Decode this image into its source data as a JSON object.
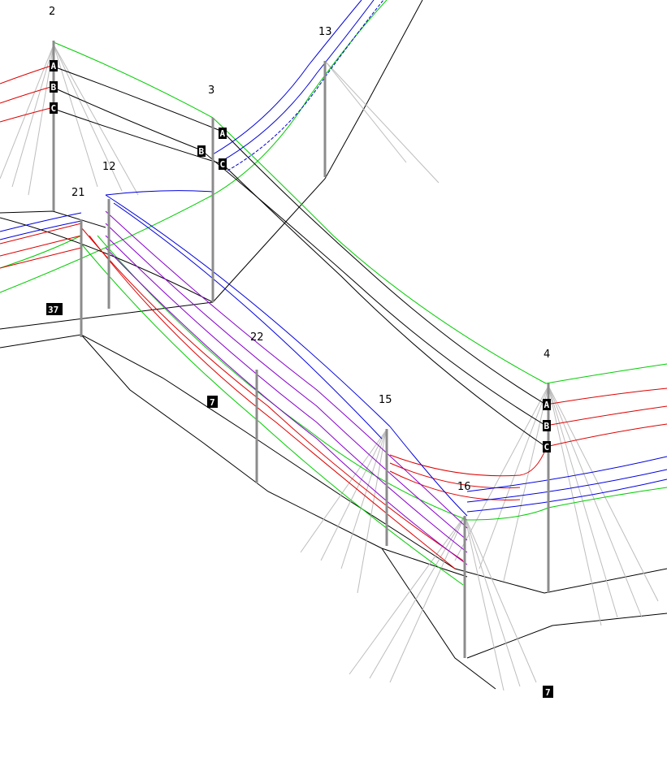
{
  "colors": {
    "ground": "#000000",
    "neutral": "#00cc00",
    "phase_red": "#dd0000",
    "phase_blue": "#0000dd",
    "phase_purple": "#8800cc",
    "guy": "#b0b0b0",
    "pole": "#909090",
    "background": "#ffffff"
  },
  "structures": [
    {
      "id": "s2",
      "label": "2"
    },
    {
      "id": "s3",
      "label": "3"
    },
    {
      "id": "s13",
      "label": "13"
    },
    {
      "id": "s12",
      "label": "12"
    },
    {
      "id": "s21",
      "label": "21"
    },
    {
      "id": "s22",
      "label": "22"
    },
    {
      "id": "s4",
      "label": "4"
    },
    {
      "id": "s15",
      "label": "15"
    },
    {
      "id": "s16",
      "label": "16"
    }
  ],
  "phase_tags": {
    "a": "A",
    "b": "B",
    "c": "C"
  },
  "markers": {
    "m37": "37",
    "m7a": "7",
    "m7b": "7"
  }
}
